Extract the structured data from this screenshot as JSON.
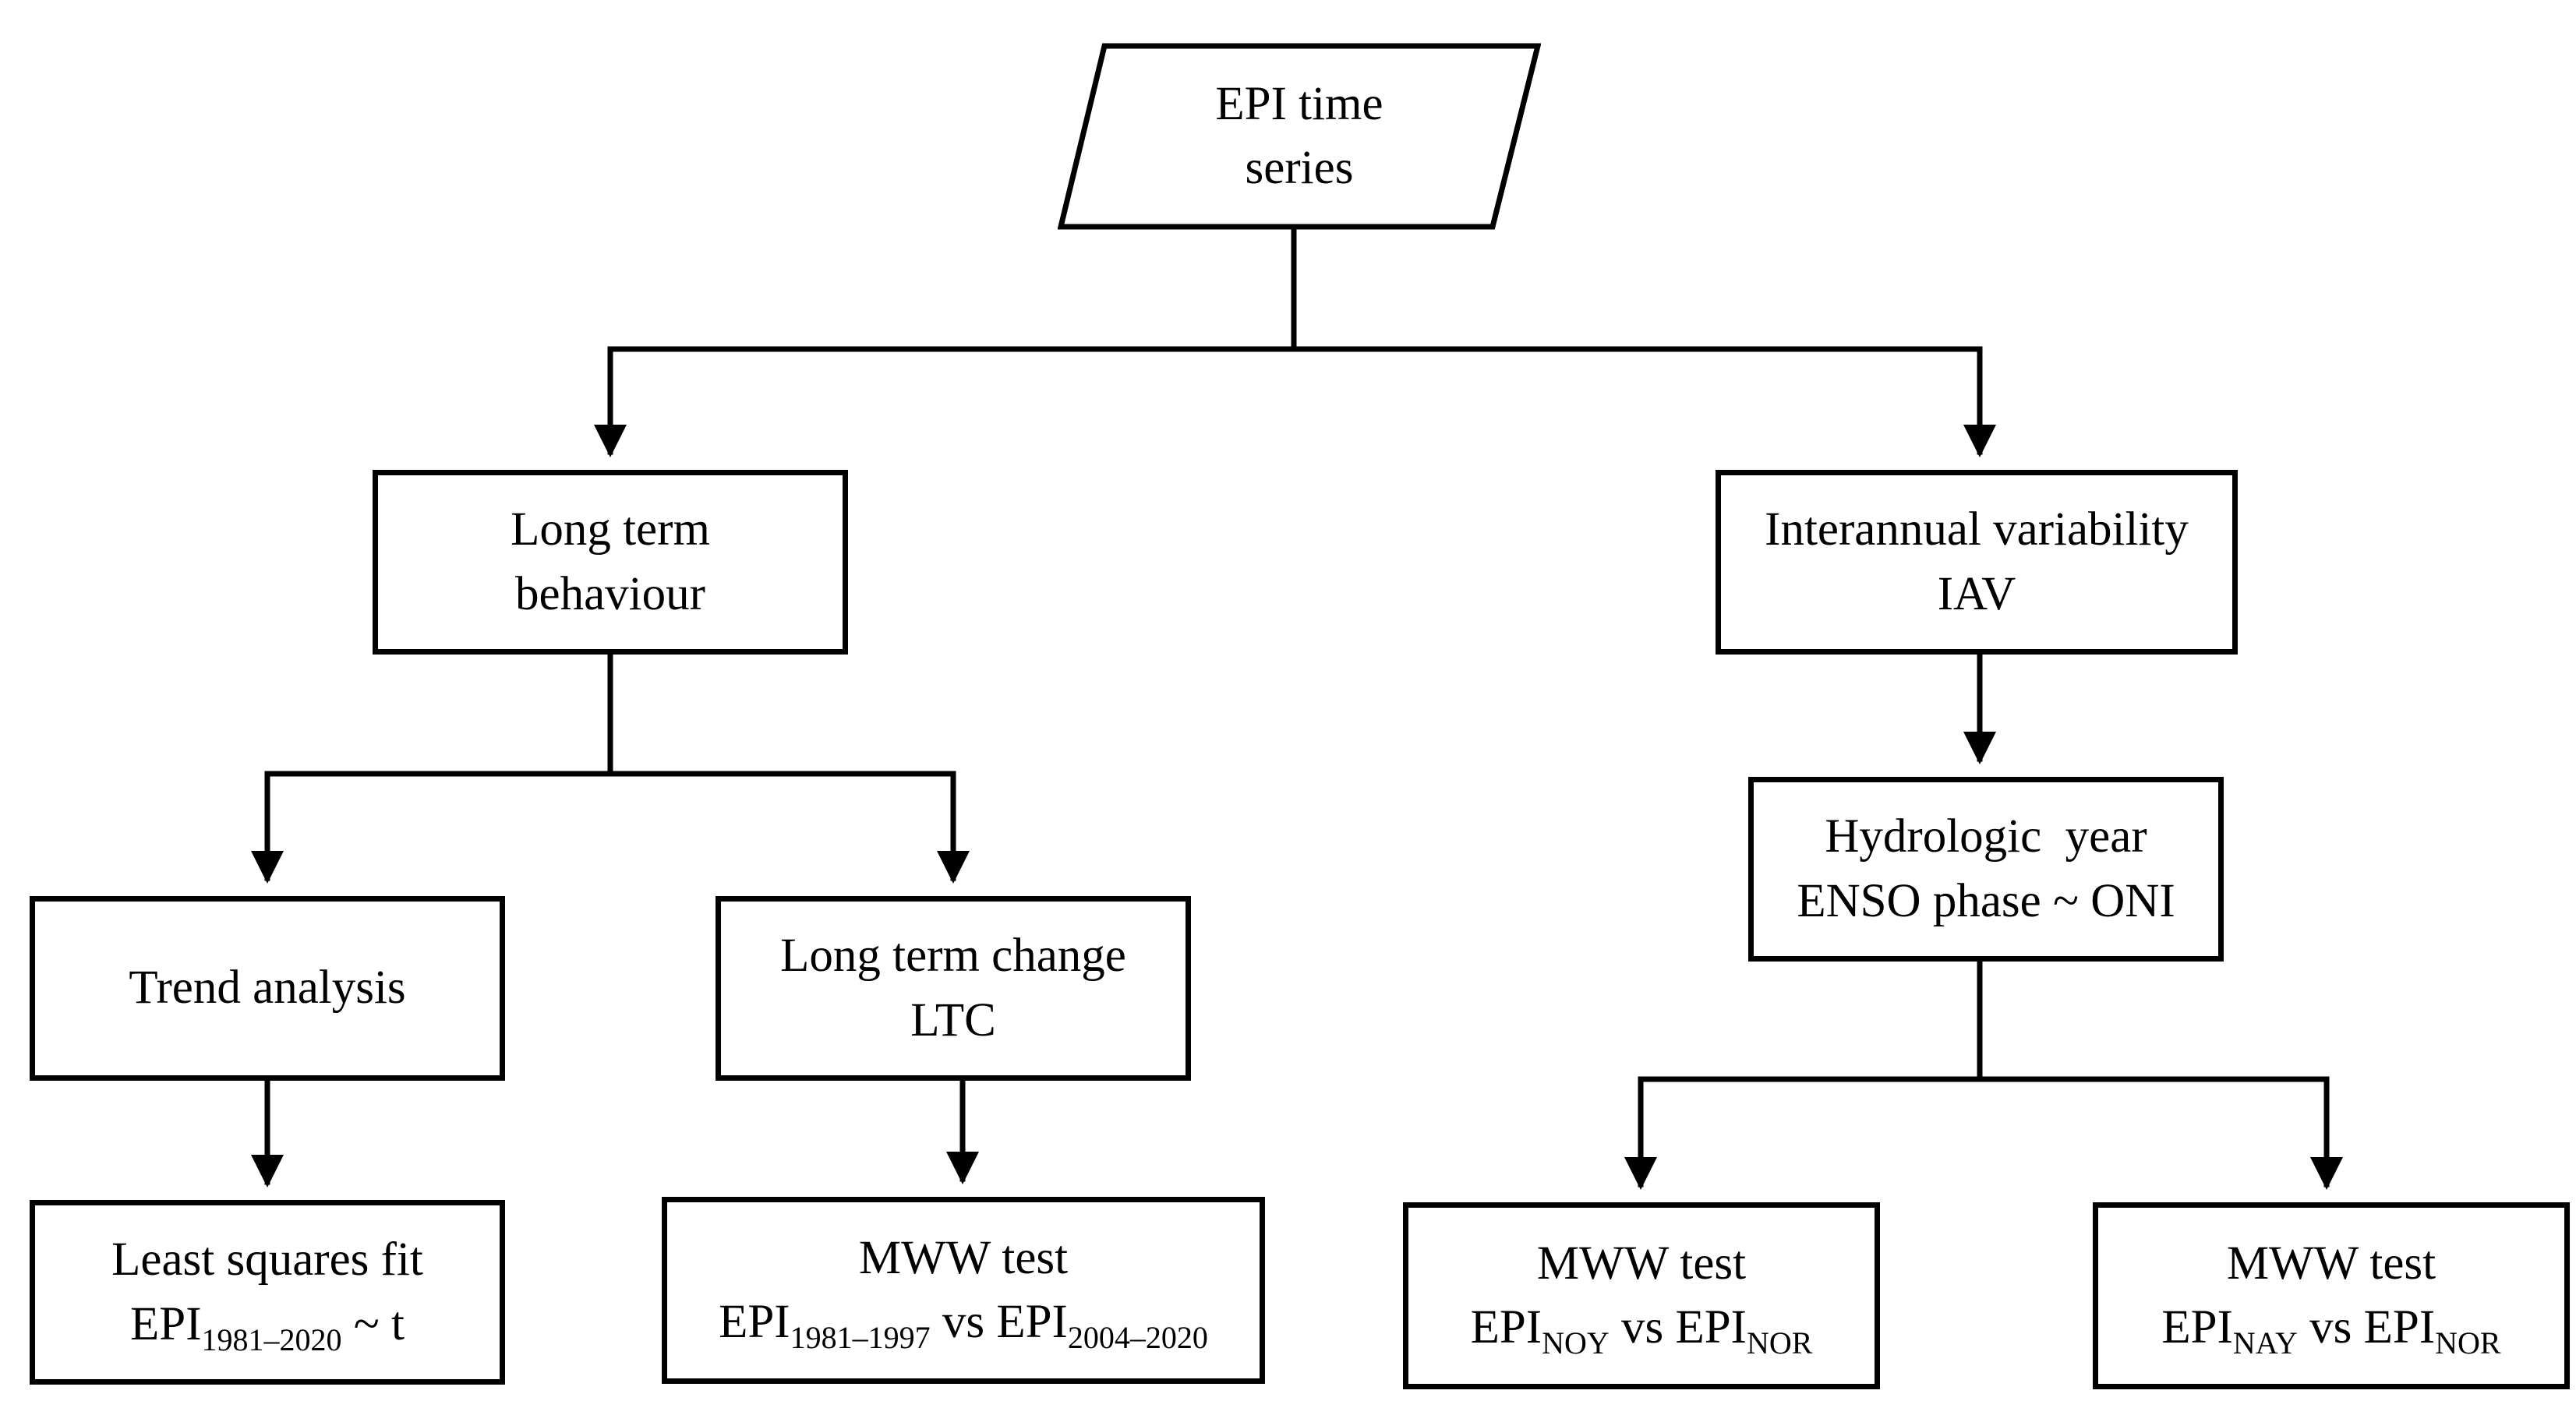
{
  "nodes": {
    "root": {
      "line1": "EPI time",
      "line2": "series"
    },
    "long_term": {
      "line1": "Long term",
      "line2": "behaviour"
    },
    "iav": {
      "line1": "Interannual variability",
      "line2": "IAV"
    },
    "trend": {
      "line1": "Trend analysis"
    },
    "ltc": {
      "line1": "Long term change",
      "line2": "LTC"
    },
    "hydro": {
      "line1": "Hydrologic  year",
      "line2": "ENSO phase ~ ONI"
    },
    "lsq": {
      "line1": "Least squares fit",
      "line2_pre": "EPI",
      "line2_sub": "1981–2020",
      "line2_post": " ~ t"
    },
    "mww1": {
      "line1": "MWW test",
      "a": "EPI",
      "a_sub": "1981–1997",
      "vs": " vs ",
      "b": "EPI",
      "b_sub": "2004–2020"
    },
    "mww2": {
      "line1": "MWW test",
      "a": "EPI",
      "a_sub": "NOY",
      "vs": " vs ",
      "b": "EPI",
      "b_sub": "NOR"
    },
    "mww3": {
      "line1": "MWW test",
      "a": "EPI",
      "a_sub": "NAY",
      "vs": " vs ",
      "b": "EPI",
      "b_sub": "NOR"
    }
  }
}
